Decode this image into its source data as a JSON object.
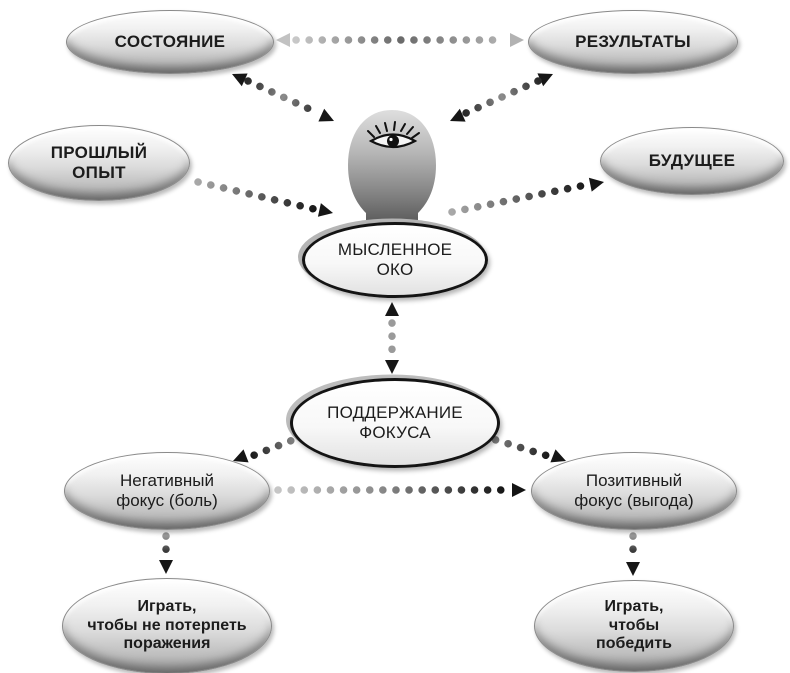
{
  "diagram": {
    "nodes": {
      "state": "СОСТОЯНИЕ",
      "results": "РЕЗУЛЬТАТЫ",
      "past_experience": "ПРОШЛЫЙ\nОПЫТ",
      "future": "БУДУЩЕЕ",
      "minds_eye": "МЫСЛЕННОЕ\nОКО",
      "focus_maintenance": "ПОДДЕРЖАНИЕ\nФОКУСА",
      "negative_focus": "Негативный\nфокус (боль)",
      "positive_focus": "Позитивный\nфокус (выгода)",
      "play_not_to_lose": "Играть,\nчтобы не потерпеть\nпоражения",
      "play_to_win": "Играть,\nчтобы\nпобедить"
    },
    "icons": {
      "head": "head-silhouette-icon",
      "eye": "eye-icon"
    },
    "edges": [
      {
        "from": "state",
        "to": "results",
        "arrows": "both",
        "style": "dotted-light"
      },
      {
        "from": "state",
        "to": "head",
        "arrows": "both",
        "style": "dotted-dark"
      },
      {
        "from": "results",
        "to": "head",
        "arrows": "both",
        "style": "dotted-dark"
      },
      {
        "from": "past_experience",
        "to": "head",
        "arrows": "to",
        "style": "dotted-gradient"
      },
      {
        "from": "head",
        "to": "future",
        "arrows": "to",
        "style": "dotted-gradient"
      },
      {
        "from": "minds_eye",
        "to": "focus_maintenance",
        "arrows": "both",
        "style": "dotted-dark"
      },
      {
        "from": "focus_maintenance",
        "to": "negative_focus",
        "arrows": "to",
        "style": "dotted-gradient"
      },
      {
        "from": "focus_maintenance",
        "to": "positive_focus",
        "arrows": "to",
        "style": "dotted-gradient"
      },
      {
        "from": "negative_focus",
        "to": "positive_focus",
        "arrows": "to",
        "style": "dotted-gradient"
      },
      {
        "from": "negative_focus",
        "to": "play_not_to_lose",
        "arrows": "to",
        "style": "dotted-gradient"
      },
      {
        "from": "positive_focus",
        "to": "play_to_win",
        "arrows": "to",
        "style": "dotted-gradient"
      }
    ],
    "colors": {
      "arrow_dark": "#161616",
      "arrow_light": "#c2c2c2",
      "ellipse_fill_top": "#ffffff",
      "ellipse_fill_bottom": "#989898",
      "ring_border": "#141414"
    }
  }
}
